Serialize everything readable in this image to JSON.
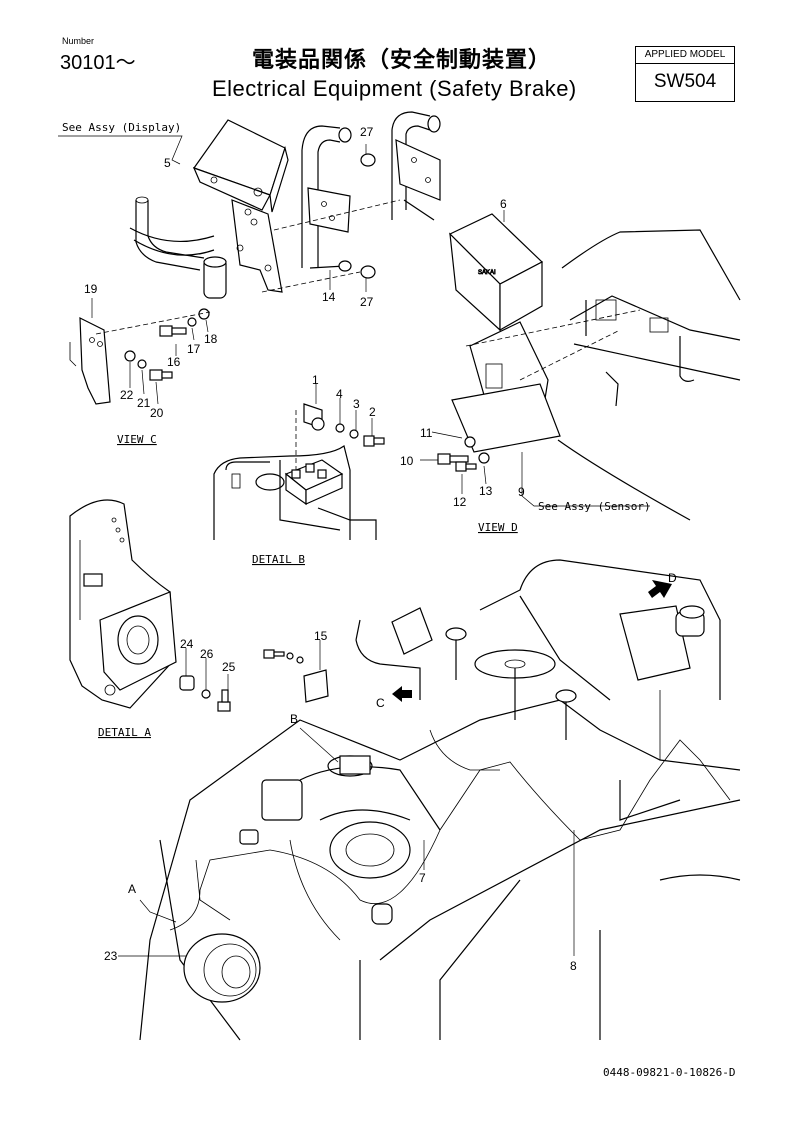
{
  "header": {
    "number_label": "Number",
    "number_value": "30101～",
    "title_jp": "電装品関係（安全制動装置）",
    "title_en": "Electrical Equipment (Safety Brake)",
    "model_label": "APPLIED MODEL",
    "model_value": "SW504"
  },
  "labels": {
    "see_assy_display": "See Assy (Display)",
    "see_assy_sensor": "See Assy (Sensor)",
    "view_c": "VIEW  C",
    "view_d": "VIEW  D",
    "detail_a": "DETAIL  A",
    "detail_b": "DETAIL  B",
    "callout_a": "A",
    "callout_b": "B",
    "callout_c": "C",
    "callout_d": "D"
  },
  "part_numbers": {
    "p1": "1",
    "p2": "2",
    "p3": "3",
    "p4": "4",
    "p5": "5",
    "p6": "6",
    "p7": "7",
    "p8": "8",
    "p9": "9",
    "p10": "10",
    "p11": "11",
    "p12": "12",
    "p13": "13",
    "p14": "14",
    "p15": "15",
    "p16": "16",
    "p17": "17",
    "p18": "18",
    "p19": "19",
    "p20": "20",
    "p21": "21",
    "p22": "22",
    "p23": "23",
    "p24": "24",
    "p25": "25",
    "p26": "26",
    "p27a": "27",
    "p27b": "27"
  },
  "footer": {
    "drawing_code": "0448-09821-0-10826-D"
  }
}
